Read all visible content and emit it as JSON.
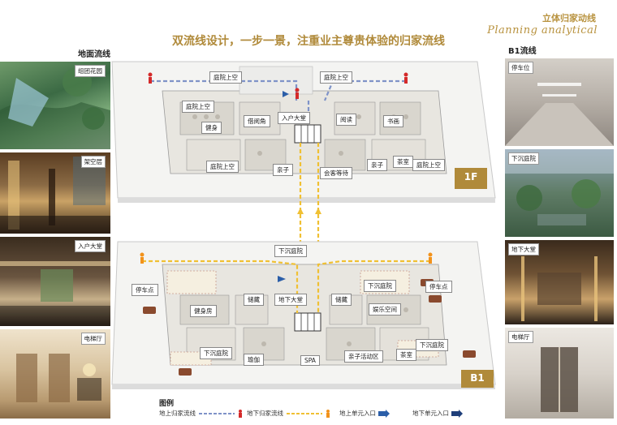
{
  "header": {
    "title_cn": "立体归家动线",
    "title_en": "Planning analytical",
    "main_title": "双流线设计，一步一景，注重业主尊贵体验的归家流线"
  },
  "left": {
    "heading": "地面流线",
    "photos": [
      {
        "label": "组团花园"
      },
      {
        "label": "架空层"
      },
      {
        "label": "入户大堂"
      },
      {
        "label": "电梯厅"
      }
    ]
  },
  "right": {
    "heading": "B1流线",
    "photos": [
      {
        "label": "停车位"
      },
      {
        "label": "下沉庭院"
      },
      {
        "label": "地下大堂"
      },
      {
        "label": "电梯厅"
      }
    ]
  },
  "plan_1f": {
    "level": "1F",
    "rooms": [
      "庭院上空",
      "庭院上空",
      "庭院上空",
      "健身",
      "借阅角",
      "入户大堂",
      "阅读",
      "书画",
      "庭院上空",
      "亲子",
      "会客等待",
      "亲子",
      "茶室",
      "庭院上空"
    ]
  },
  "plan_b1": {
    "level": "B1",
    "rooms": [
      "下沉庭院",
      "停车点",
      "地下大堂",
      "下沉庭院",
      "停车点",
      "储藏",
      "储藏",
      "娱乐空间",
      "健身房",
      "下沉庭院",
      "瑜伽",
      "SPA",
      "亲子活动区",
      "茶室",
      "下沉庭院"
    ]
  },
  "legend": {
    "title": "图例",
    "items": [
      {
        "label": "地上归家流线"
      },
      {
        "label": "地下归家流线"
      },
      {
        "label": "地上单元入口"
      },
      {
        "label": "地下单元入口"
      }
    ]
  },
  "colors": {
    "gold": "#b8923e",
    "ground_flow": "#7f93c8",
    "basement_flow": "#f0c033",
    "level_badge": "#b08a3a",
    "red_person": "#d42a2a",
    "orange_person": "#f2921b",
    "entry_arrow": "#2b5ea8"
  }
}
